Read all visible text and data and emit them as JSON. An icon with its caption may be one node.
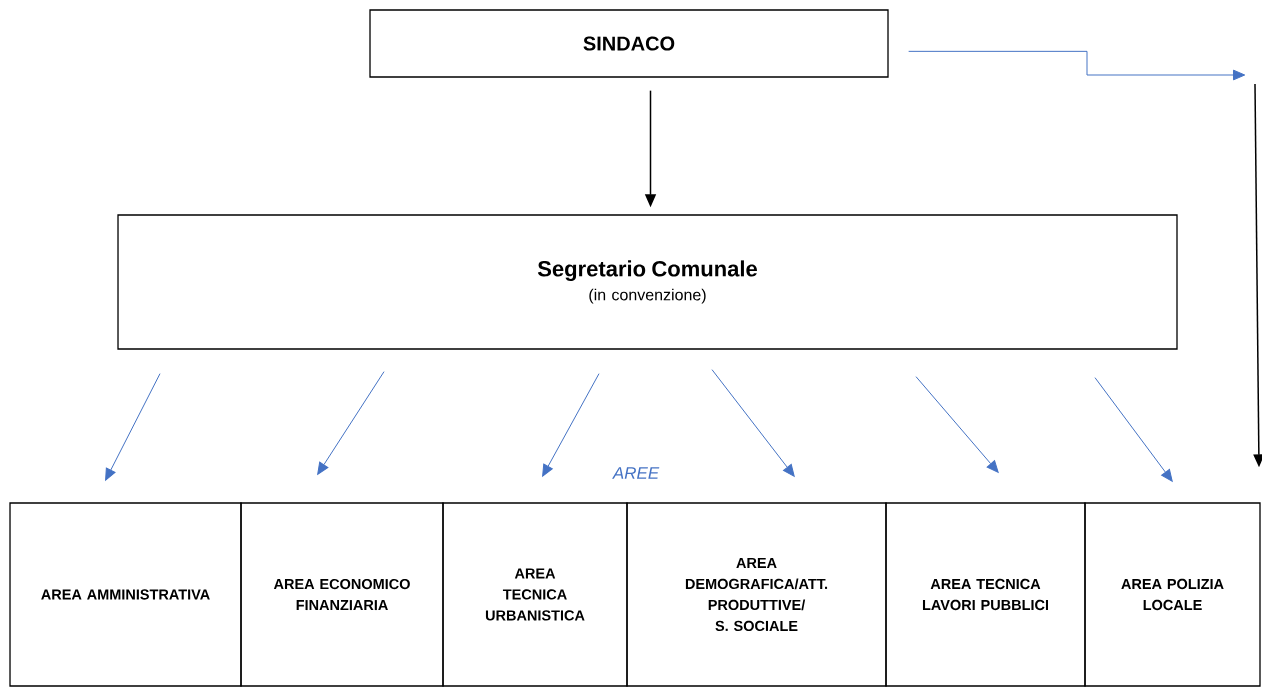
{
  "diagram": {
    "nodes": [
      {
        "text": [
          "SINDACO"
        ]
      },
      {
        "text": [
          "Segretario Comunale",
          "(in convenzione)"
        ]
      },
      {
        "text": [
          "AREA AMMINISTRATIVA"
        ]
      },
      {
        "text": [
          "AREA ECONOMICO FINANZIARIA"
        ]
      },
      {
        "text": [
          "AREA TECNICA URBANISTICA"
        ]
      },
      {
        "text": [
          "AREA DEMOGRAFICA/ATT. PRODUTTIVE/ S. SOCIALE"
        ]
      },
      {
        "text": [
          "AREA TECNICA LAVORI PUBBLICI"
        ]
      },
      {
        "text": [
          "AREA POLIZIA LOCALE"
        ]
      }
    ],
    "edges": [
      {
        "from": 0,
        "to": 1,
        "arrow": "to",
        "color": "#000000"
      },
      {
        "from": 1,
        "to": 2,
        "arrow": "to"
      },
      {
        "from": 1,
        "to": 3,
        "arrow": "to"
      },
      {
        "from": 1,
        "to": 4,
        "arrow": "to"
      },
      {
        "from": 1,
        "to": 5,
        "arrow": "to"
      },
      {
        "from": 1,
        "to": 6,
        "arrow": "to"
      },
      {
        "from": 1,
        "to": 7,
        "arrow": "to"
      },
      {
        "from": 0,
        "to": null,
        "arrow": "to"
      },
      {
        "from": null,
        "to": 7,
        "arrow": "to",
        "color": "#000000"
      }
    ],
    "labels": [
      "AREE"
    ]
  }
}
